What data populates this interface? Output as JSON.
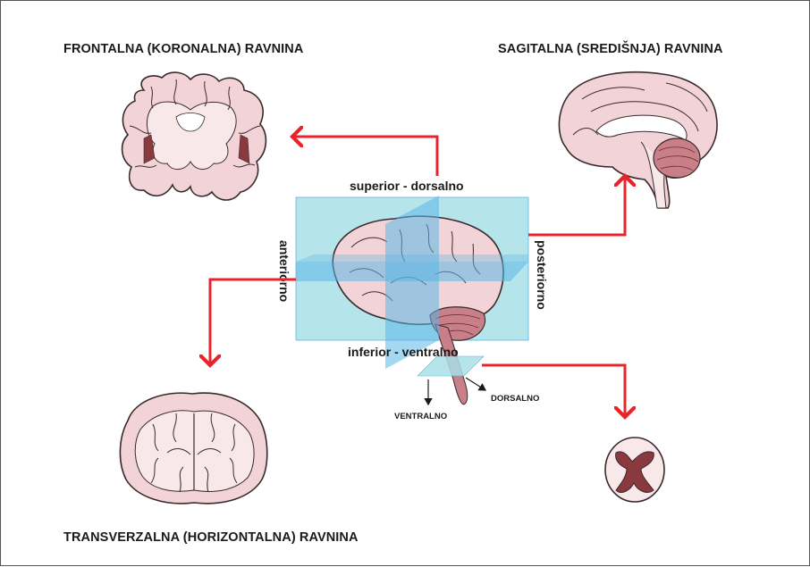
{
  "panels": {
    "frontal": {
      "title": "FRONTALNA (KORONALNA) RAVNINA"
    },
    "sagittal": {
      "title": "SAGITALNA (SREDIŠNJA) RAVNINA"
    },
    "transverse": {
      "title": "TRANSVERZALNA (HORIZONTALNA) RAVNINA"
    }
  },
  "directions": {
    "superior": "superior - dorsalno",
    "inferior": "inferior - ventralno",
    "anterior": "anteriorno",
    "posterior": "posteriorno",
    "ventral": "VENTRALNO",
    "dorsal": "DORSALNO"
  },
  "colors": {
    "arrow": "#e8242b",
    "tissue": "#f2d4d8",
    "tissue_light": "#f9e8ea",
    "outline": "#3a2a2c",
    "dark_matter": "#8a3a3e",
    "plane": "#a9dfe8",
    "plane_strong": "#5ab6e6"
  }
}
